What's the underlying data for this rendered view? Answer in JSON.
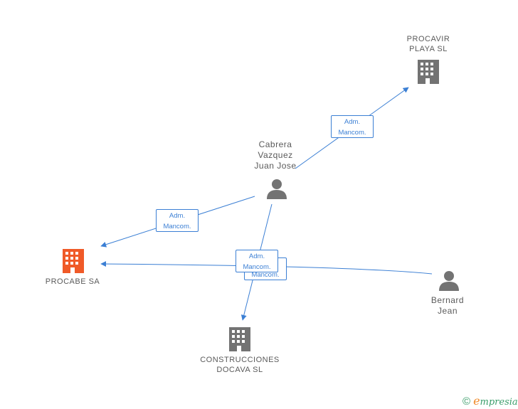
{
  "nodes": {
    "procavir": {
      "label": "PROCAVIR\nPLAYA SL",
      "type": "company"
    },
    "cabrera": {
      "label": "Cabrera\nVazquez\nJuan Jose",
      "type": "person"
    },
    "procabe": {
      "label": "PROCABE SA",
      "type": "company",
      "highlighted": true
    },
    "bernard": {
      "label": "Bernard\nJean",
      "type": "person"
    },
    "docava": {
      "label": "CONSTRUCCIONES\nDOCAVA SL",
      "type": "company"
    }
  },
  "edges": [
    {
      "from": "cabrera",
      "to": "procavir",
      "label": "Adm.\nMancom."
    },
    {
      "from": "cabrera",
      "to": "procabe",
      "label": "Adm.\nMancom."
    },
    {
      "from": "cabrera",
      "to": "docava",
      "label": "Adm.\nMancom."
    },
    {
      "from": "bernard",
      "to": "procabe",
      "label": "Adm.\nMancom."
    }
  ],
  "colors": {
    "edge": "#3b7fd4",
    "node": "#737373",
    "highlight": "#f05a28",
    "text": "#5a5a5a"
  },
  "icons": {
    "company": "building-icon",
    "person": "person-icon"
  },
  "brand": {
    "copyright": "©",
    "name_first": "e",
    "name_rest": "mpresia"
  }
}
